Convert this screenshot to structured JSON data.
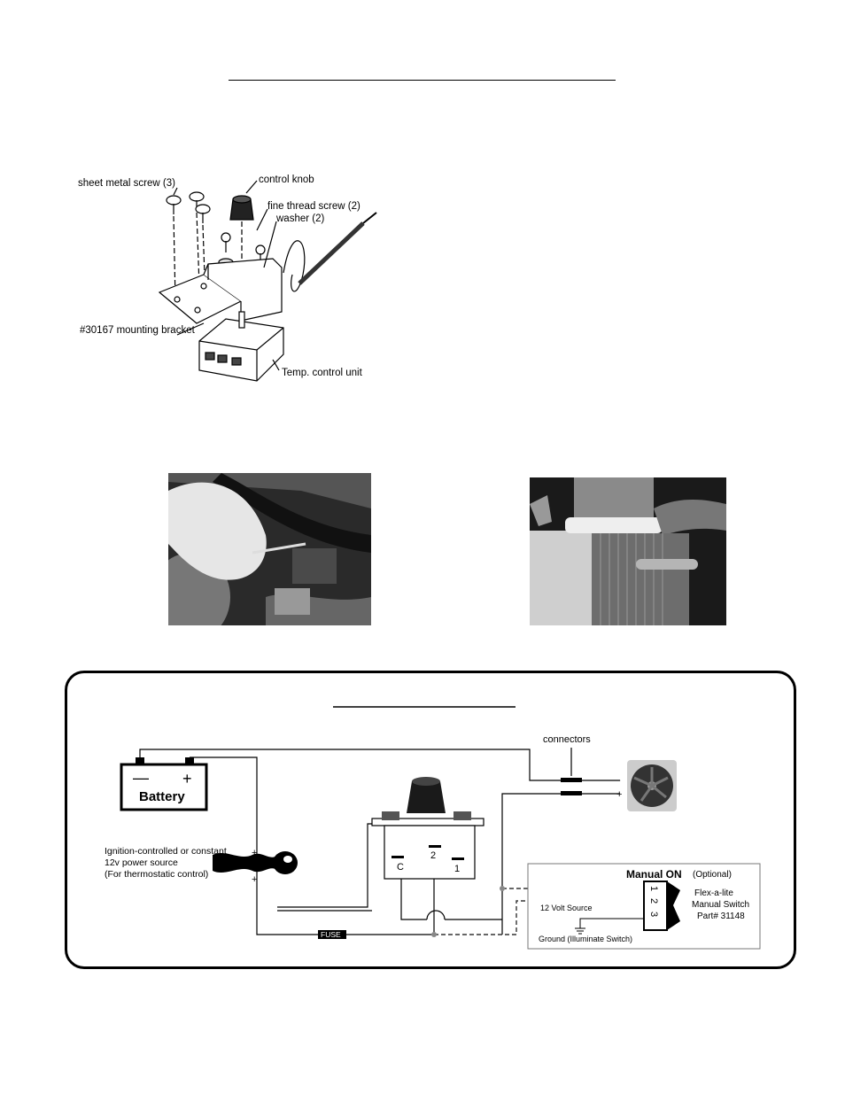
{
  "exploded_view": {
    "labels": {
      "sheet_metal_screw": "sheet metal screw (3)",
      "control_knob": "control knob",
      "fine_thread_screw": "fine thread screw (2)",
      "washer": "washer (2)",
      "mounting_bracket": "#30167 mounting bracket",
      "temp_control_unit": "Temp. control unit"
    }
  },
  "wiring": {
    "connectors_label": "connectors",
    "fan_minus": "-",
    "fan_plus": "+",
    "battery": {
      "minus": "—",
      "plus": "+",
      "label": "Battery"
    },
    "ignition_text": [
      "Ignition-controlled or constant",
      "12v power source",
      "(For thermostatic control)"
    ],
    "key_plus_top": "+",
    "key_plus_bottom": "+",
    "fuse_label": "FUSE",
    "unit_terminals": {
      "c": "C",
      "two": "2",
      "one": "1"
    },
    "manual_switch": {
      "title": "Manual ON",
      "optional": "(Optional)",
      "pins": [
        "1",
        "2",
        "3"
      ],
      "name_lines": [
        "Flex-a-lite",
        "Manual Switch",
        "Part# 31148"
      ],
      "source_12v": "12 Volt Source",
      "ground": "Ground (Illuminate Switch)"
    }
  },
  "colors": {
    "ink": "#000000",
    "dashed_wire": "#333333",
    "node": "#888888"
  }
}
